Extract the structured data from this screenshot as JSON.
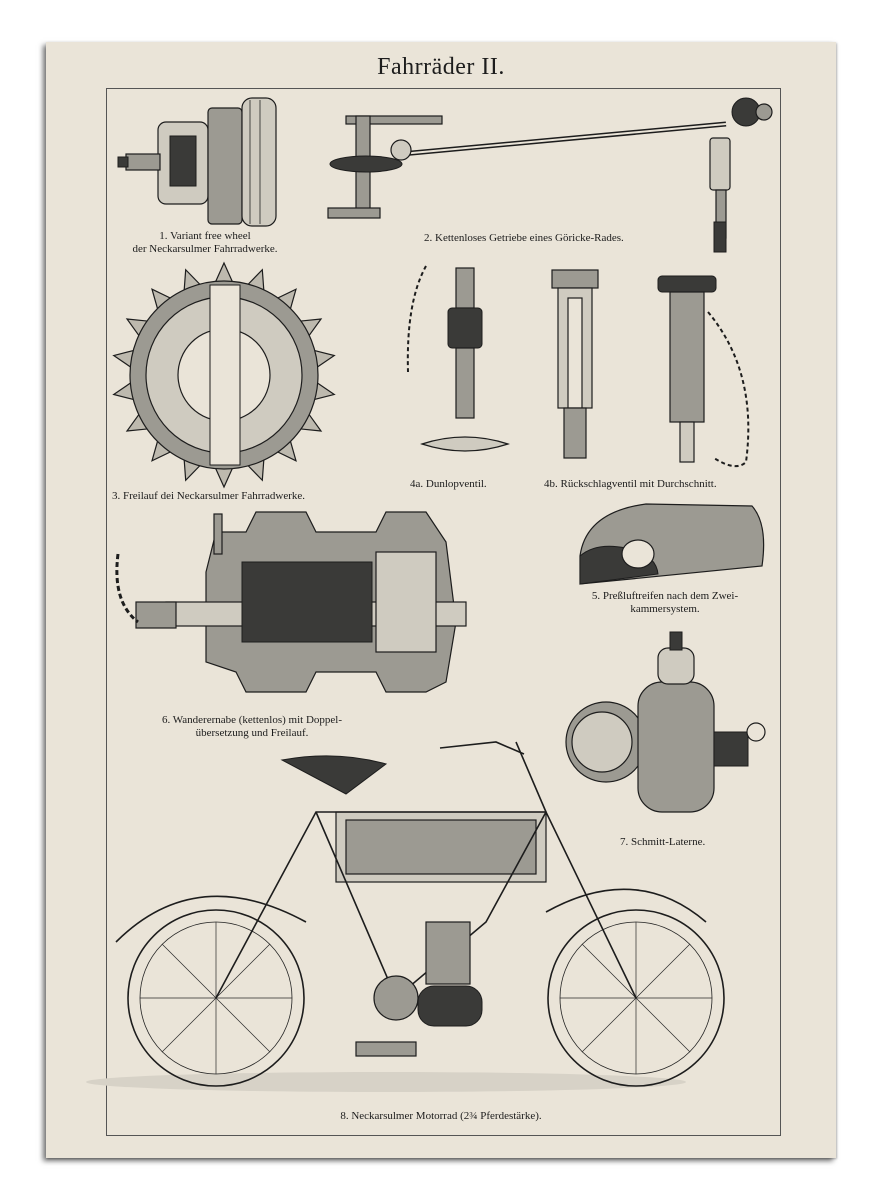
{
  "plate": {
    "title": "Fahrräder II.",
    "captions": {
      "fig1_line1": "1. Variant free wheel",
      "fig1_line2": "der Neckarsulmer Fahrradwerke.",
      "fig2": "2. Kettenloses Getriebe eines Göricke-Rades.",
      "fig3": "3. Freilauf dei Neckarsulmer Fahrradwerke.",
      "fig4a": "4a. Dunlopventil.",
      "fig4b": "4b. Rückschlagventil mit Durchschnitt.",
      "fig5_line1": "5. Preßluftreifen nach dem Zwei-",
      "fig5_line2": "kammersystem.",
      "fig6_line1": "6. Wanderernabe (kettenlos) mit Doppel-",
      "fig6_line2": "übersetzung und Freilauf.",
      "fig7": "7. Schmitt-Laterne.",
      "fig8": "8. Neckarsulmer Motorrad (2¾ Pferdestärke)."
    }
  },
  "colors": {
    "paper": "#eae4d8",
    "ink": "#1d1d1d",
    "background": "#ffffff"
  }
}
